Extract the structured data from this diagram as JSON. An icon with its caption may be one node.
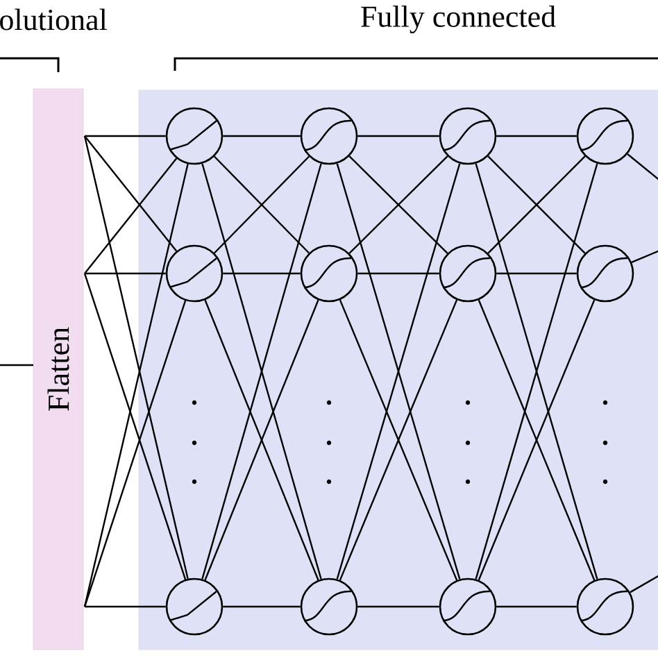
{
  "diagram": {
    "nodes": [
      {
        "text": [
          "Flatten"
        ]
      },
      {
        "text": [],
        "shape": "box"
      },
      {
        "text": [],
        "shape": "circle",
        "in": 1
      },
      {
        "text": [],
        "shape": "circle",
        "in": 1
      },
      {
        "text": [],
        "shape": "circle",
        "in": 1
      },
      {
        "text": [],
        "shape": "circle",
        "in": 1
      },
      {
        "text": [],
        "shape": "circle",
        "in": 1
      },
      {
        "text": [],
        "shape": "circle",
        "in": 1
      },
      {
        "text": [],
        "shape": "circle",
        "in": 1
      },
      {
        "text": [],
        "shape": "circle",
        "in": 1
      },
      {
        "text": [],
        "shape": "circle",
        "in": 1
      },
      {
        "text": [],
        "shape": "circle",
        "in": 1
      },
      {
        "text": [],
        "shape": "circle",
        "in": 1
      },
      {
        "text": [],
        "shape": "circle",
        "in": 1
      }
    ],
    "edges": [
      {
        "from": null,
        "to": 0,
        "arrow": "none"
      },
      {
        "from": 0,
        "to": 2,
        "arrow": "none"
      },
      {
        "from": 0,
        "to": 3,
        "arrow": "none"
      },
      {
        "from": 0,
        "to": 4,
        "arrow": "none"
      },
      {
        "from": 0,
        "to": 2,
        "arrow": "none"
      },
      {
        "from": 0,
        "to": 3,
        "arrow": "none"
      },
      {
        "from": 0,
        "to": 4,
        "arrow": "none"
      },
      {
        "from": 0,
        "to": 2,
        "arrow": "none"
      },
      {
        "from": 0,
        "to": 3,
        "arrow": "none"
      },
      {
        "from": 0,
        "to": 4,
        "arrow": "none"
      },
      {
        "from": 2,
        "to": 5,
        "arrow": "none"
      },
      {
        "from": 2,
        "to": 6,
        "arrow": "none"
      },
      {
        "from": 2,
        "to": 7,
        "arrow": "none"
      },
      {
        "from": 3,
        "to": 5,
        "arrow": "none"
      },
      {
        "from": 3,
        "to": 6,
        "arrow": "none"
      },
      {
        "from": 3,
        "to": 7,
        "arrow": "none"
      },
      {
        "from": 4,
        "to": 5,
        "arrow": "none"
      },
      {
        "from": 4,
        "to": 6,
        "arrow": "none"
      },
      {
        "from": 4,
        "to": 7,
        "arrow": "none"
      },
      {
        "from": 5,
        "to": 8,
        "arrow": "none"
      },
      {
        "from": 5,
        "to": 9,
        "arrow": "none"
      },
      {
        "from": 5,
        "to": 10,
        "arrow": "none"
      },
      {
        "from": 6,
        "to": 8,
        "arrow": "none"
      },
      {
        "from": 6,
        "to": 9,
        "arrow": "none"
      },
      {
        "from": 6,
        "to": 10,
        "arrow": "none"
      },
      {
        "from": 7,
        "to": 8,
        "arrow": "none"
      },
      {
        "from": 7,
        "to": 9,
        "arrow": "none"
      },
      {
        "from": 7,
        "to": 10,
        "arrow": "none"
      },
      {
        "from": 8,
        "to": 11,
        "arrow": "none"
      },
      {
        "from": 8,
        "to": 12,
        "arrow": "none"
      },
      {
        "from": 8,
        "to": 13,
        "arrow": "none"
      },
      {
        "from": 9,
        "to": 11,
        "arrow": "none"
      },
      {
        "from": 9,
        "to": 12,
        "arrow": "none"
      },
      {
        "from": 9,
        "to": 13,
        "arrow": "none"
      },
      {
        "from": 10,
        "to": 11,
        "arrow": "none"
      },
      {
        "from": 10,
        "to": 12,
        "arrow": "none"
      },
      {
        "from": 10,
        "to": 13,
        "arrow": "none"
      },
      {
        "from": 11,
        "to": null,
        "arrow": "none"
      },
      {
        "from": 12,
        "to": null,
        "arrow": "none"
      },
      {
        "from": 13,
        "to": null,
        "arrow": "none"
      }
    ],
    "labels": [
      "olutional",
      "Fully connected"
    ]
  }
}
